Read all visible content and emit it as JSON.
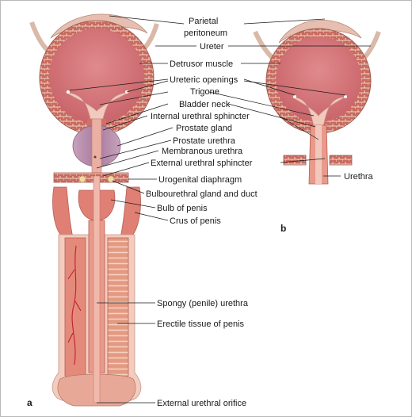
{
  "figure": {
    "panel_a": "a",
    "panel_b": "b"
  },
  "labels": {
    "parietal_peritoneum_1": "Parietal",
    "parietal_peritoneum_2": "peritoneum",
    "ureter": "Ureter",
    "detrusor_muscle": "Detrusor muscle",
    "ureteric_openings": "Ureteric openings",
    "trigone": "Trigone",
    "bladder_neck": "Bladder neck",
    "internal_urethral_sphincter": "Internal urethral sphincter",
    "prostate_gland": "Prostate gland",
    "prostate_urethra": "Prostate urethra",
    "membranous_urethra": "Membranous urethra",
    "external_urethral_sphincter": "External urethral sphincter",
    "urogenital_diaphragm": "Urogenital diaphragm",
    "bulbourethral_gland": "Bulbourethral gland and duct",
    "bulb_of_penis": "Bulb of penis",
    "crus_of_penis": "Crus of penis",
    "spongy_urethra": "Spongy (penile) urethra",
    "erectile_tissue": "Erectile tissue of penis",
    "external_urethral_orifice": "External urethral orifice",
    "urethra": "Urethra"
  },
  "colors": {
    "bladder_inner": "#d9777a",
    "muscle_wall": "#c86a5e",
    "peritoneum": "#e6bfb0",
    "prostate": "#b98fae",
    "urethra": "#e6a295",
    "erectile": "#e7a08c",
    "skin": "#f2cdbd",
    "diaphragm": "#c4664e"
  }
}
